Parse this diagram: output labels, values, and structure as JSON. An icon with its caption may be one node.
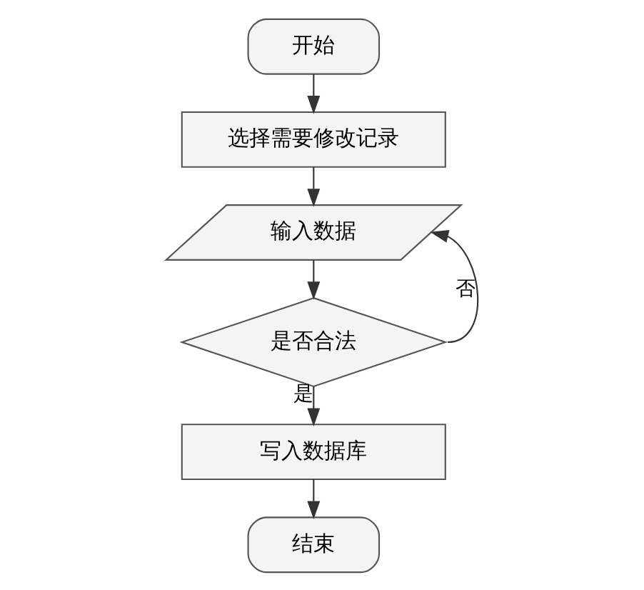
{
  "diagram": {
    "nodes": [
      {
        "text": [
          "开始"
        ]
      },
      {
        "text": [
          "选择需要修改记录"
        ]
      },
      {
        "text": [
          "输入数据"
        ]
      },
      {
        "text": [
          "是否合法"
        ]
      },
      {
        "text": [
          "写入数据库"
        ]
      },
      {
        "text": [
          "结束"
        ]
      }
    ],
    "edges": [
      {
        "from": 0,
        "to": 1,
        "arrow": "to"
      },
      {
        "from": 1,
        "to": 2,
        "arrow": "to"
      },
      {
        "from": 2,
        "to": 3,
        "arrow": "to"
      },
      {
        "from": 3,
        "to": 4,
        "arrow": "to",
        "label": "是"
      },
      {
        "from": 3,
        "to": 2,
        "arrow": "to",
        "label": "否"
      },
      {
        "from": 4,
        "to": 5,
        "arrow": "to"
      }
    ]
  }
}
